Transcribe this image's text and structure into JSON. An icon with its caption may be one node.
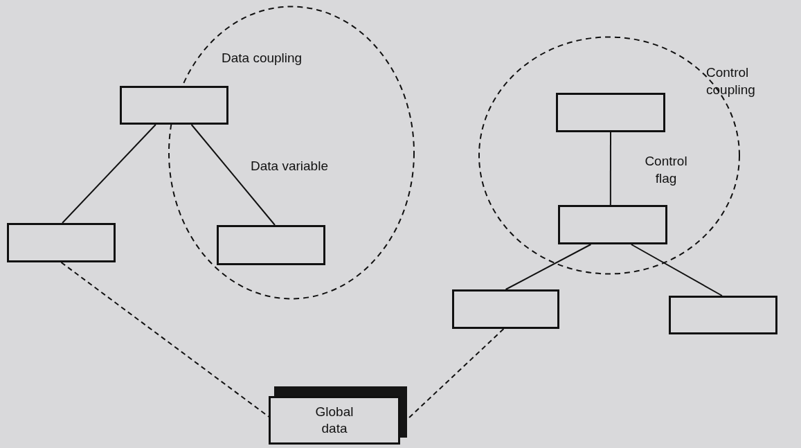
{
  "diagram": {
    "nodes": [
      {
        "text": [
          "Data coupling"
        ]
      },
      {
        "text": [],
        "shape": "box"
      },
      {
        "text": [],
        "shape": "box"
      },
      {
        "text": [],
        "shape": "box",
        "in": 0
      },
      {
        "text": [
          "Control coupling"
        ]
      },
      {
        "text": [],
        "shape": "box",
        "in": 4
      },
      {
        "text": [],
        "shape": "box",
        "in": 4
      },
      {
        "text": [],
        "shape": "box"
      },
      {
        "text": [],
        "shape": "box"
      },
      {
        "text": [
          "Global data"
        ]
      }
    ],
    "edges": [
      {
        "from": 1,
        "to": 2,
        "arrow": "none"
      },
      {
        "from": 1,
        "to": 3,
        "arrow": "none",
        "label": "Data variable"
      },
      {
        "from": 5,
        "to": 6,
        "arrow": "none",
        "label": "Control flag"
      },
      {
        "from": 6,
        "to": 7,
        "arrow": "none"
      },
      {
        "from": 6,
        "to": 8,
        "arrow": "none"
      },
      {
        "from": 2,
        "to": 9,
        "arrow": "none",
        "style": "dashed"
      },
      {
        "from": 7,
        "to": 9,
        "arrow": "none",
        "style": "dashed"
      }
    ]
  }
}
